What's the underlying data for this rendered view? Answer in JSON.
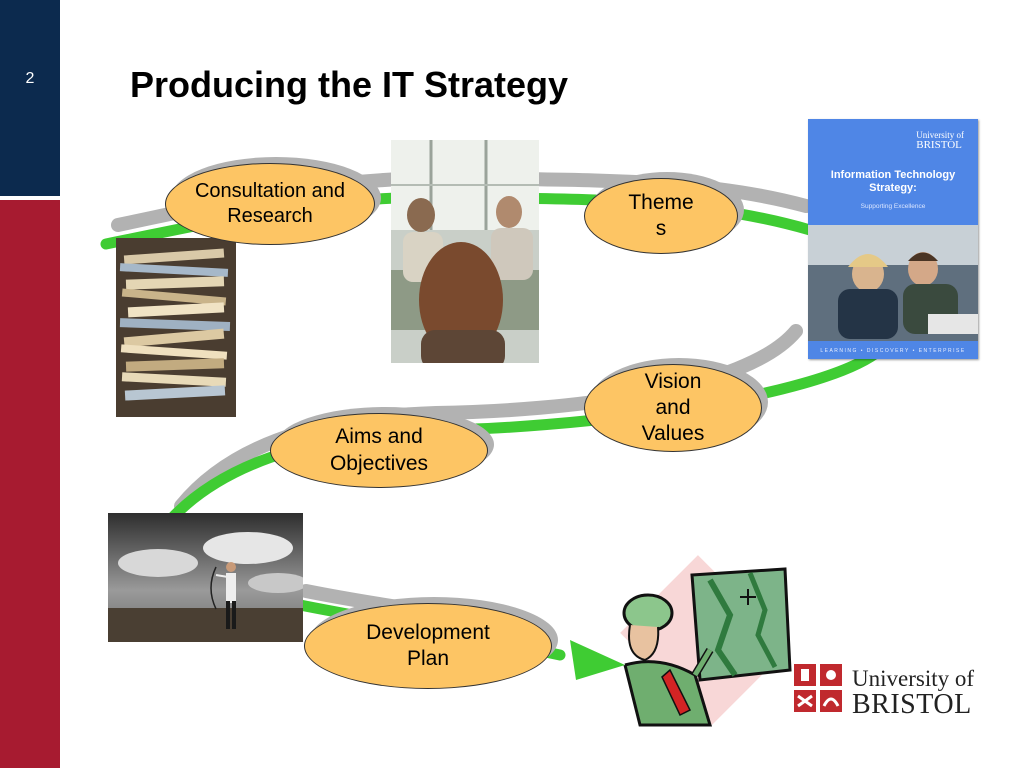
{
  "slide": {
    "number": "2",
    "title": "Producing the IT Strategy"
  },
  "flow_steps": [
    {
      "label": "Consultation and Research"
    },
    {
      "label": "Theme s"
    },
    {
      "label": "Vision and Values"
    },
    {
      "label": "Aims and Objectives"
    },
    {
      "label": "Development Plan"
    }
  ],
  "brochure": {
    "university_line1": "University of",
    "university_line2": "BRISTOL",
    "title": "Information Technology Strategy:",
    "subtitle": "Supporting Excellence",
    "footer": "LEARNING • DISCOVERY • ENTERPRISE"
  },
  "logo": {
    "line1": "University of",
    "line2": "BRISTOL"
  },
  "colors": {
    "sidebar_navy": "#0c2a4e",
    "sidebar_red": "#a71b30",
    "path_green": "#3fcc33",
    "path_shadow": "#b2b2b2",
    "oval_fill": "#fdc564"
  }
}
